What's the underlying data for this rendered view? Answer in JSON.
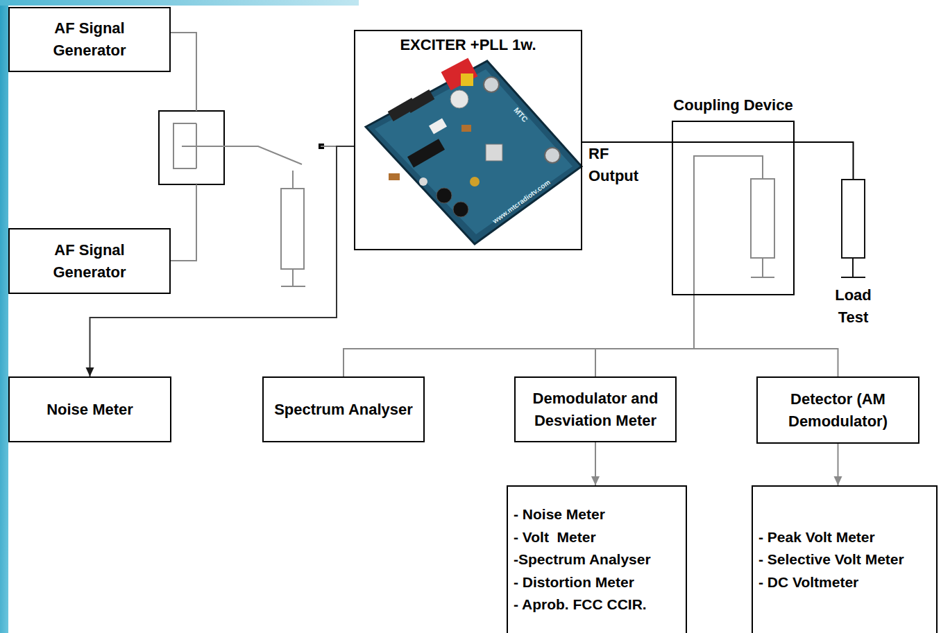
{
  "diagram": {
    "nodes": [
      {
        "text": [
          "AF Signal Generator"
        ]
      },
      {
        "text": [
          "AF Signal Generator"
        ]
      },
      {
        "text": [
          "EXCITER +PLL 1w."
        ]
      },
      {
        "text": [
          "Coupling Device"
        ]
      },
      {
        "text": [
          "Load Test"
        ]
      },
      {
        "text": [
          "Noise Meter"
        ]
      },
      {
        "text": [
          "Spectrum Analyser"
        ]
      },
      {
        "text": [
          "Demodulator and Desviation Meter"
        ]
      },
      {
        "text": [
          "Detector (AM Demodulator)"
        ]
      },
      {
        "text": [
          "- Noise Meter",
          "- Volt  Meter",
          "-Spectrum Analyser",
          "- Distortion Meter",
          "- Aprob. FCC CCIR."
        ]
      },
      {
        "text": [
          "- Peak Volt Meter",
          "- Selective Volt Meter",
          "- DC Voltmeter"
        ]
      }
    ],
    "edges": [
      {
        "from": 0,
        "to": 2,
        "arrow": "none"
      },
      {
        "from": 1,
        "to": 2,
        "arrow": "none"
      },
      {
        "from": 2,
        "to": 4,
        "arrow": "none"
      },
      {
        "from": 2,
        "to": 5,
        "arrow": "to"
      },
      {
        "from": 3,
        "to": 6,
        "arrow": "none"
      },
      {
        "from": 3,
        "to": 7,
        "arrow": "none"
      },
      {
        "from": 3,
        "to": 8,
        "arrow": "none"
      },
      {
        "from": 7,
        "to": 9,
        "arrow": "to"
      },
      {
        "from": 8,
        "to": 10,
        "arrow": "to"
      }
    ],
    "labels": [
      "RF Output",
      "MTC",
      "www.mtcradiotv.com"
    ]
  }
}
